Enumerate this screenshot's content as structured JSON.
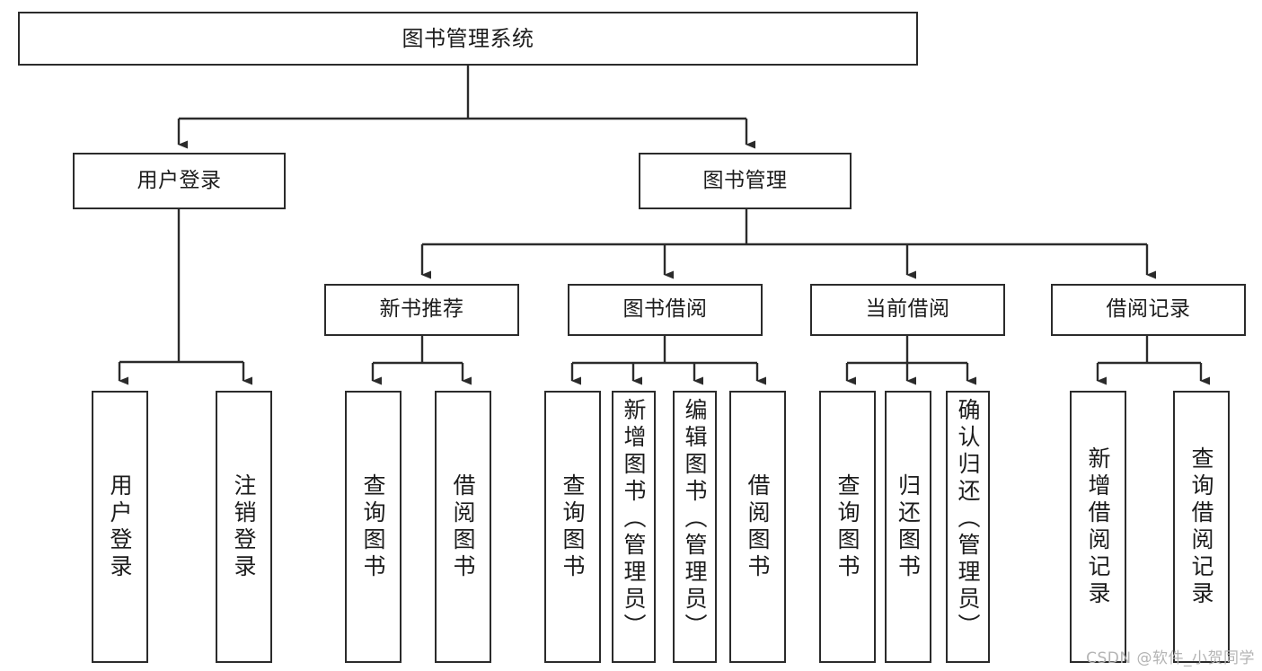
{
  "diagram": {
    "title": "图书管理系统",
    "type": "tree",
    "watermark": "CSDN @软件_小贺同学",
    "stroke_color": "#2b2b2b",
    "fill_color": "#ffffff",
    "text_color": "#1c1c1c",
    "watermark_color": "#b4b4b4"
  },
  "nodes": {
    "root": {
      "label": "图书管理系统"
    },
    "level2": [
      {
        "id": "user_login",
        "label": "用户登录"
      },
      {
        "id": "book_manage",
        "label": "图书管理"
      }
    ],
    "level3": [
      {
        "id": "new_book_rec",
        "label": "新书推荐"
      },
      {
        "id": "book_borrow",
        "label": "图书借阅"
      },
      {
        "id": "current_borrow",
        "label": "当前借阅"
      },
      {
        "id": "borrow_record",
        "label": "借阅记录"
      }
    ],
    "leaves": {
      "user_login": [
        {
          "id": "leaf_user_login",
          "label": "用户登录"
        },
        {
          "id": "leaf_logout",
          "label": "注销登录"
        }
      ],
      "new_book_rec": [
        {
          "id": "leaf_query_book_1",
          "label": "查询图书"
        },
        {
          "id": "leaf_borrow_book_1",
          "label": "借阅图书"
        }
      ],
      "book_borrow": [
        {
          "id": "leaf_query_book_2",
          "label": "查询图书"
        },
        {
          "id": "leaf_add_book",
          "label": "新增图书（管理员）"
        },
        {
          "id": "leaf_edit_book",
          "label": "编辑图书（管理员）"
        },
        {
          "id": "leaf_borrow_book_2",
          "label": "借阅图书"
        }
      ],
      "current_borrow": [
        {
          "id": "leaf_query_book_3",
          "label": "查询图书"
        },
        {
          "id": "leaf_return_book",
          "label": "归还图书"
        },
        {
          "id": "leaf_confirm_return",
          "label": "确认归还（管理员）"
        }
      ],
      "borrow_record": [
        {
          "id": "leaf_add_record",
          "label": "新增借阅记录"
        },
        {
          "id": "leaf_query_record",
          "label": "查询借阅记录"
        }
      ]
    }
  }
}
